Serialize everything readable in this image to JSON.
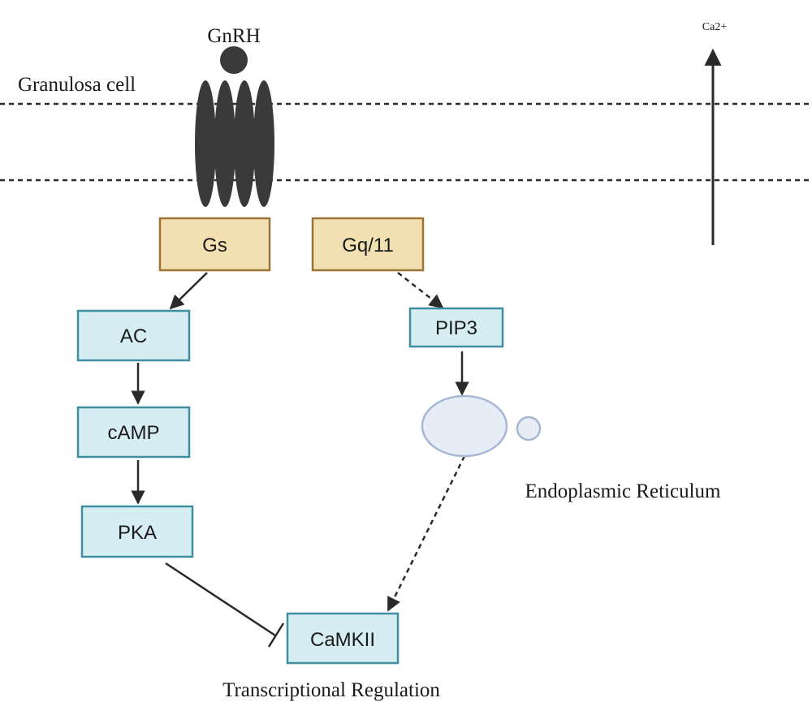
{
  "labels": {
    "ligand": "GnRH",
    "cell": "Granulosa cell",
    "ion": "Ca2+",
    "organelle": "Endoplasmic Reticulum",
    "outcome": "Transcriptional Regulation"
  },
  "nodes": {
    "gs": "Gs",
    "gq11": "Gq/11",
    "ac": "AC",
    "pip3": "PIP3",
    "camp": "cAMP",
    "pka": "PKA",
    "camkii": "CaMKII"
  },
  "edges": [
    {
      "from": "gs",
      "to": "ac",
      "style": "solid-arrow"
    },
    {
      "from": "gq11",
      "to": "pip3",
      "style": "dashed-arrow"
    },
    {
      "from": "ac",
      "to": "camp",
      "style": "solid-arrow"
    },
    {
      "from": "camp",
      "to": "pka",
      "style": "solid-arrow"
    },
    {
      "from": "pip3",
      "to": "er",
      "style": "solid-arrow"
    },
    {
      "from": "er",
      "to": "camkii",
      "style": "dashed-arrow"
    },
    {
      "from": "pka",
      "to": "camkii",
      "style": "inhibition"
    }
  ],
  "colors": {
    "g_protein_fill": "#f2dfb2",
    "g_protein_stroke": "#9a7436",
    "kinase_fill": "#d6eef3",
    "kinase_stroke": "#3f8fa0",
    "receptor": "#3a3a3a",
    "er_fill": "#e6edf7",
    "er_stroke": "#a7b7d3",
    "line": "#2a2a2a"
  }
}
